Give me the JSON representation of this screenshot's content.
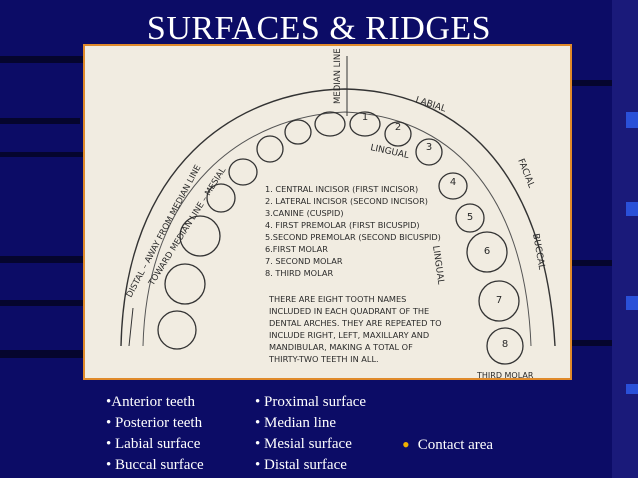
{
  "slide": {
    "title": "SURFACES & RIDGES",
    "background_color": "#0c0c66",
    "frame_color": "#e08a2a",
    "bullet_color": "#f0b000"
  },
  "figure": {
    "top_labels": [
      "MEDIAN LINE",
      "LABIAL",
      "LINGUAL",
      "FACIAL",
      "BUCCAL",
      "LINGUAL"
    ],
    "left_labels": [
      "DISTAL – AWAY FROM MEDIAN LINE",
      "TOWARD MEDIAN LINE – MESIAL"
    ],
    "bottom_label": "THIRD MOLAR",
    "tooth_numbers": [
      "1",
      "2",
      "3",
      "4",
      "5",
      "6",
      "7",
      "8"
    ],
    "tooth_list": [
      "1. CENTRAL INCISOR (FIRST INCISOR)",
      "2. LATERAL INCISOR (SECOND INCISOR)",
      "3.CANINE (CUSPID)",
      "4. FIRST PREMOLAR (FIRST BICUSPID)",
      "5.SECOND PREMOLAR (SECOND BICUSPID)",
      "6.FIRST MOLAR",
      "7. SECOND MOLAR",
      "8. THIRD MOLAR"
    ],
    "note_lines": [
      "THERE ARE EIGHT TOOTH NAMES",
      "INCLUDED IN EACH QUADRANT OF THE",
      "DENTAL ARCHES. THEY ARE REPEATED TO",
      "INCLUDE RIGHT, LEFT, MAXILLARY AND",
      "MANDIBULAR, MAKING A TOTAL OF",
      "THIRTY-TWO TEETH IN ALL."
    ]
  },
  "bullets": {
    "col1": [
      "•Anterior  teeth",
      "• Posterior teeth",
      "• Labial surface",
      "• Buccal surface"
    ],
    "col2": [
      "• Proximal surface",
      "• Median line",
      "• Mesial surface",
      "• Distal surface"
    ],
    "col3": [
      "Contact area"
    ]
  }
}
